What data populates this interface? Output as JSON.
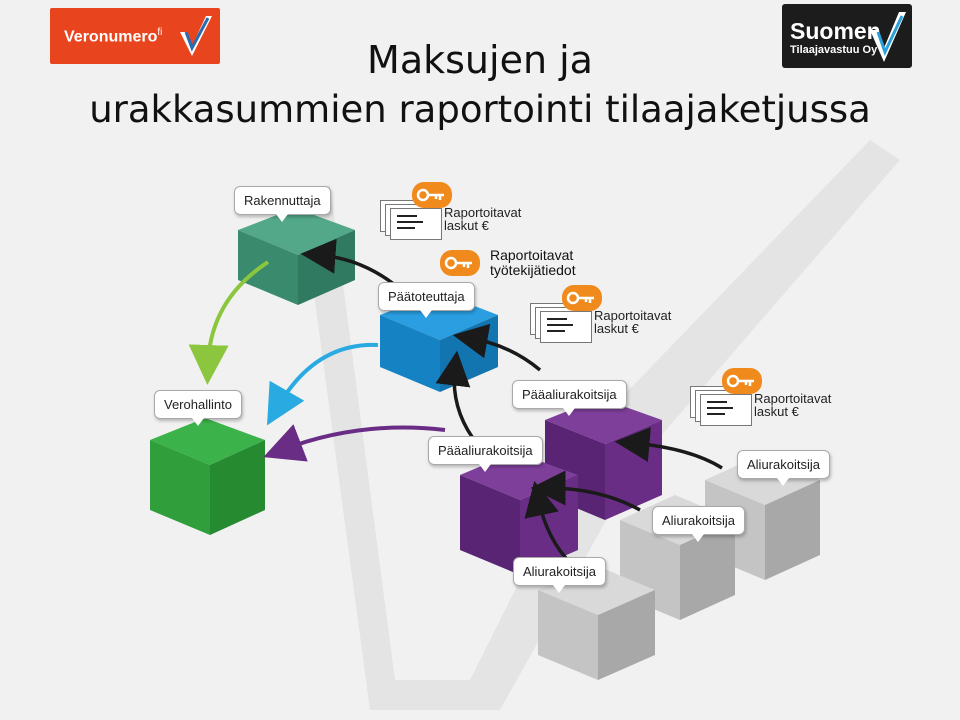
{
  "header": {
    "title_line1": "Maksujen ja",
    "title_line2": "urakkasummien raportointi tilaajaketjussa"
  },
  "logos": {
    "left": {
      "text": "Veronumero",
      "suffix": "fi"
    },
    "right": {
      "line1": "Suomen",
      "line2": "Tilaajavastuu Oy"
    }
  },
  "nodes": {
    "rakennuttaja": "Rakennuttaja",
    "paatoteuttaja": "Päätoteuttaja",
    "verohallinto": "Verohallinto",
    "paaaliurakoitsija_1": "Pääaliurakoitsija",
    "paaaliurakoitsija_2": "Pääaliurakoitsija",
    "aliurakoitsija_1": "Aliurakoitsija",
    "aliurakoitsija_2": "Aliurakoitsija",
    "aliurakoitsija_3": "Aliurakoitsija"
  },
  "labels": {
    "invoices_line1": "Raportoitavat",
    "invoices_line2": "laskut €",
    "workers_line1": "Raportoitavat",
    "workers_line2": "työtekijätiedot"
  },
  "colors": {
    "teal": "#3f9a7c",
    "blue": "#1d8fd2",
    "green": "#2f9e3b",
    "purple": "#6a2d86",
    "grey": "#bdbdbd",
    "orange": "#f08a1d",
    "arrow_green": "#8cc63f",
    "arrow_blue": "#29abe2",
    "arrow_purple": "#6a2d86",
    "arrow_dark": "#1a1a1a"
  }
}
